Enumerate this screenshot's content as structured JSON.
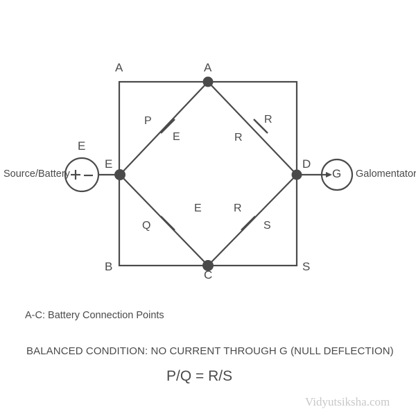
{
  "figure": {
    "type": "wheatstone-bridge-circuit-diagram",
    "stroke_color": "#4a4a4a",
    "watermark_color": "#c8c8c8"
  },
  "square_corners": {
    "top_left": "A",
    "bottom_left": "B",
    "bottom_right": "S"
  },
  "bridge_nodes": {
    "top": "A",
    "left": "E",
    "right": "D",
    "bottom": "C"
  },
  "arms": [
    {
      "name": "upper-left",
      "resistor": "P",
      "marker": "E"
    },
    {
      "name": "upper-right",
      "resistor": "R",
      "marker": "R"
    },
    {
      "name": "lower-left",
      "resistor": "Q",
      "marker": "E"
    },
    {
      "name": "lower-right",
      "resistor": "S",
      "marker": "R"
    }
  ],
  "source": {
    "label": "Source/Battery",
    "emf_label": "E",
    "plus": "+",
    "minus": "—"
  },
  "meter": {
    "symbol": "G",
    "label": "Galomentator"
  },
  "captions": {
    "note": "A-C: Battery Connection Points",
    "balanced": "BALANCED CONDITION: NO CURRENT THROUGH G (NULL DEFLECTION)",
    "formula": "P/Q = R/S"
  },
  "watermark": "Vidyutsiksha.com"
}
